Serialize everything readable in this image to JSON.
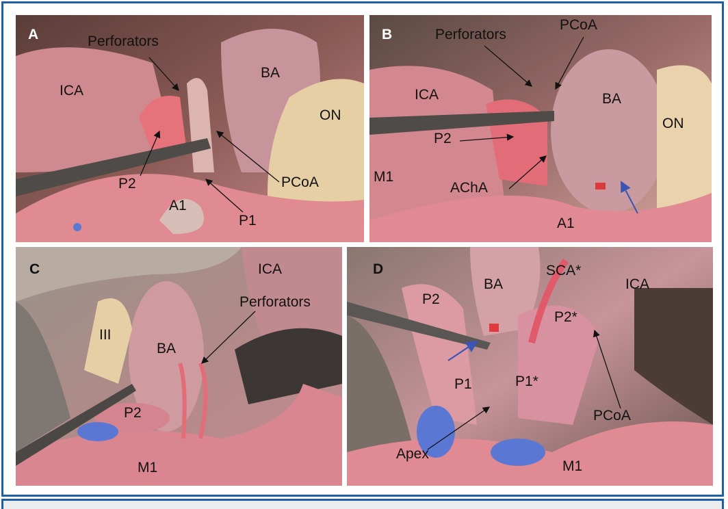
{
  "figure": {
    "border_color": "#1d5ea6",
    "footer_color": "#ebecee",
    "panels": [
      {
        "id": "A",
        "letter": "A",
        "labels": {
          "perforators": "Perforators",
          "ica": "ICA",
          "ba": "BA",
          "on": "ON",
          "p2": "P2",
          "pcoa": "PCoA",
          "a1": "A1",
          "p1": "P1"
        }
      },
      {
        "id": "B",
        "letter": "B",
        "labels": {
          "perforators": "Perforators",
          "pcoa": "PCoA",
          "ica": "ICA",
          "ba": "BA",
          "on": "ON",
          "p2": "P2",
          "m1": "M1",
          "acha": "AChA",
          "a1": "A1"
        },
        "blue_arrow": true
      },
      {
        "id": "C",
        "letter": "C",
        "labels": {
          "ica": "ICA",
          "perforators": "Perforators",
          "iii": "III",
          "ba": "BA",
          "p2": "P2",
          "m1": "M1"
        }
      },
      {
        "id": "D",
        "letter": "D",
        "labels": {
          "ba": "BA",
          "sca": "SCA*",
          "ica": "ICA",
          "p2": "P2",
          "p2_star": "P2*",
          "p1": "P1",
          "p1_star": "P1*",
          "pcoa": "PCoA",
          "apex": "Apex",
          "m1": "M1"
        },
        "blue_arrow": true
      }
    ]
  },
  "colors": {
    "annotation_arrow": "#111111",
    "blue_arrow": "#3a55b4",
    "artery_red": "#e0606e",
    "vein_blue": "#5b77d4",
    "tissue_pink": "#d99aa0",
    "nerve_cream": "#e6cfa5",
    "instrument_gray": "#55524f"
  }
}
